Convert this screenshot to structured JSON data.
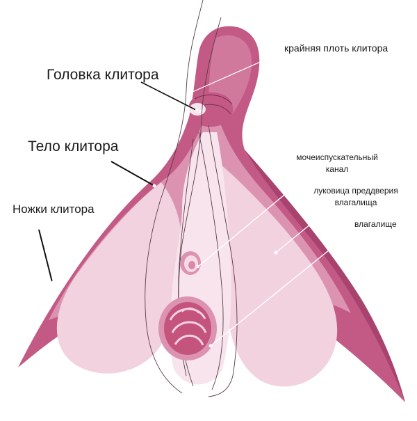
{
  "diagram": {
    "labels": {
      "prepuce": "крайняя плоть клитора",
      "glans": "Головка клитора",
      "body": "Тело клитора",
      "crura": "Ножки клитора",
      "urethra_line1": "мочеиспускательный",
      "urethra_line2": "канал",
      "bulb_line1": "луковица преддверия",
      "bulb_line2": "влагалища",
      "vagina": "влагалище"
    },
    "colors": {
      "outer_tissue": "#c25a85",
      "outer_edge": "#a8426e",
      "mid_tissue": "#dc93b1",
      "inner_tissue": "#f2d2de",
      "highlight": "#f8e4ec",
      "opening": "#c4547c",
      "leader_dark": "#111111",
      "leader_light": "#ffffff"
    },
    "icons": {
      "urethra_opening": "urethra-opening-icon",
      "vaginal_opening": "vaginal-opening-icon"
    }
  }
}
